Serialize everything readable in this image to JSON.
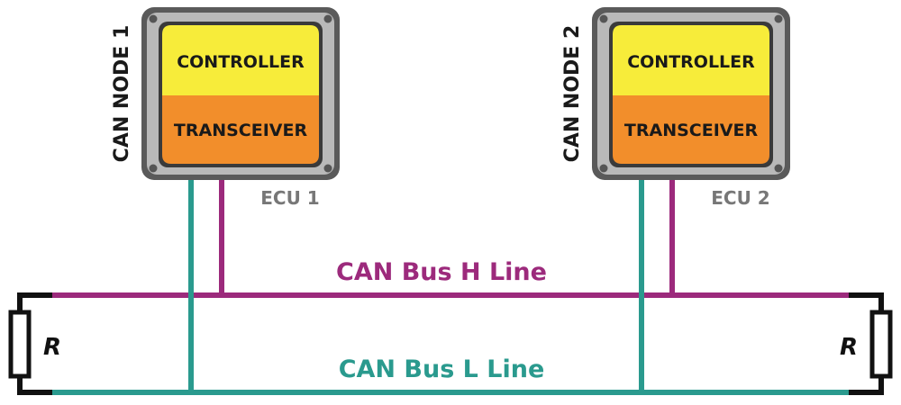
{
  "nodes": [
    {
      "side_label": "CAN NODE 1",
      "controller_label": "CONTROLLER",
      "transceiver_label": "TRANSCEIVER",
      "ecu_label": "ECU 1"
    },
    {
      "side_label": "CAN NODE 2",
      "controller_label": "CONTROLLER",
      "transceiver_label": "TRANSCEIVER",
      "ecu_label": "ECU 2"
    }
  ],
  "bus": {
    "h_label": "CAN Bus H Line",
    "l_label": "CAN Bus L Line"
  },
  "resistors": [
    {
      "label": "R"
    },
    {
      "label": "R"
    }
  ],
  "colors": {
    "h_line": "#9c2a7c",
    "l_line": "#2a9a8e",
    "controller": "#f7ec3a",
    "transceiver": "#f28e2b",
    "box_outer": "#5a5a5a",
    "box_frame": "#b9b9b9",
    "ecu_text": "#777777"
  }
}
